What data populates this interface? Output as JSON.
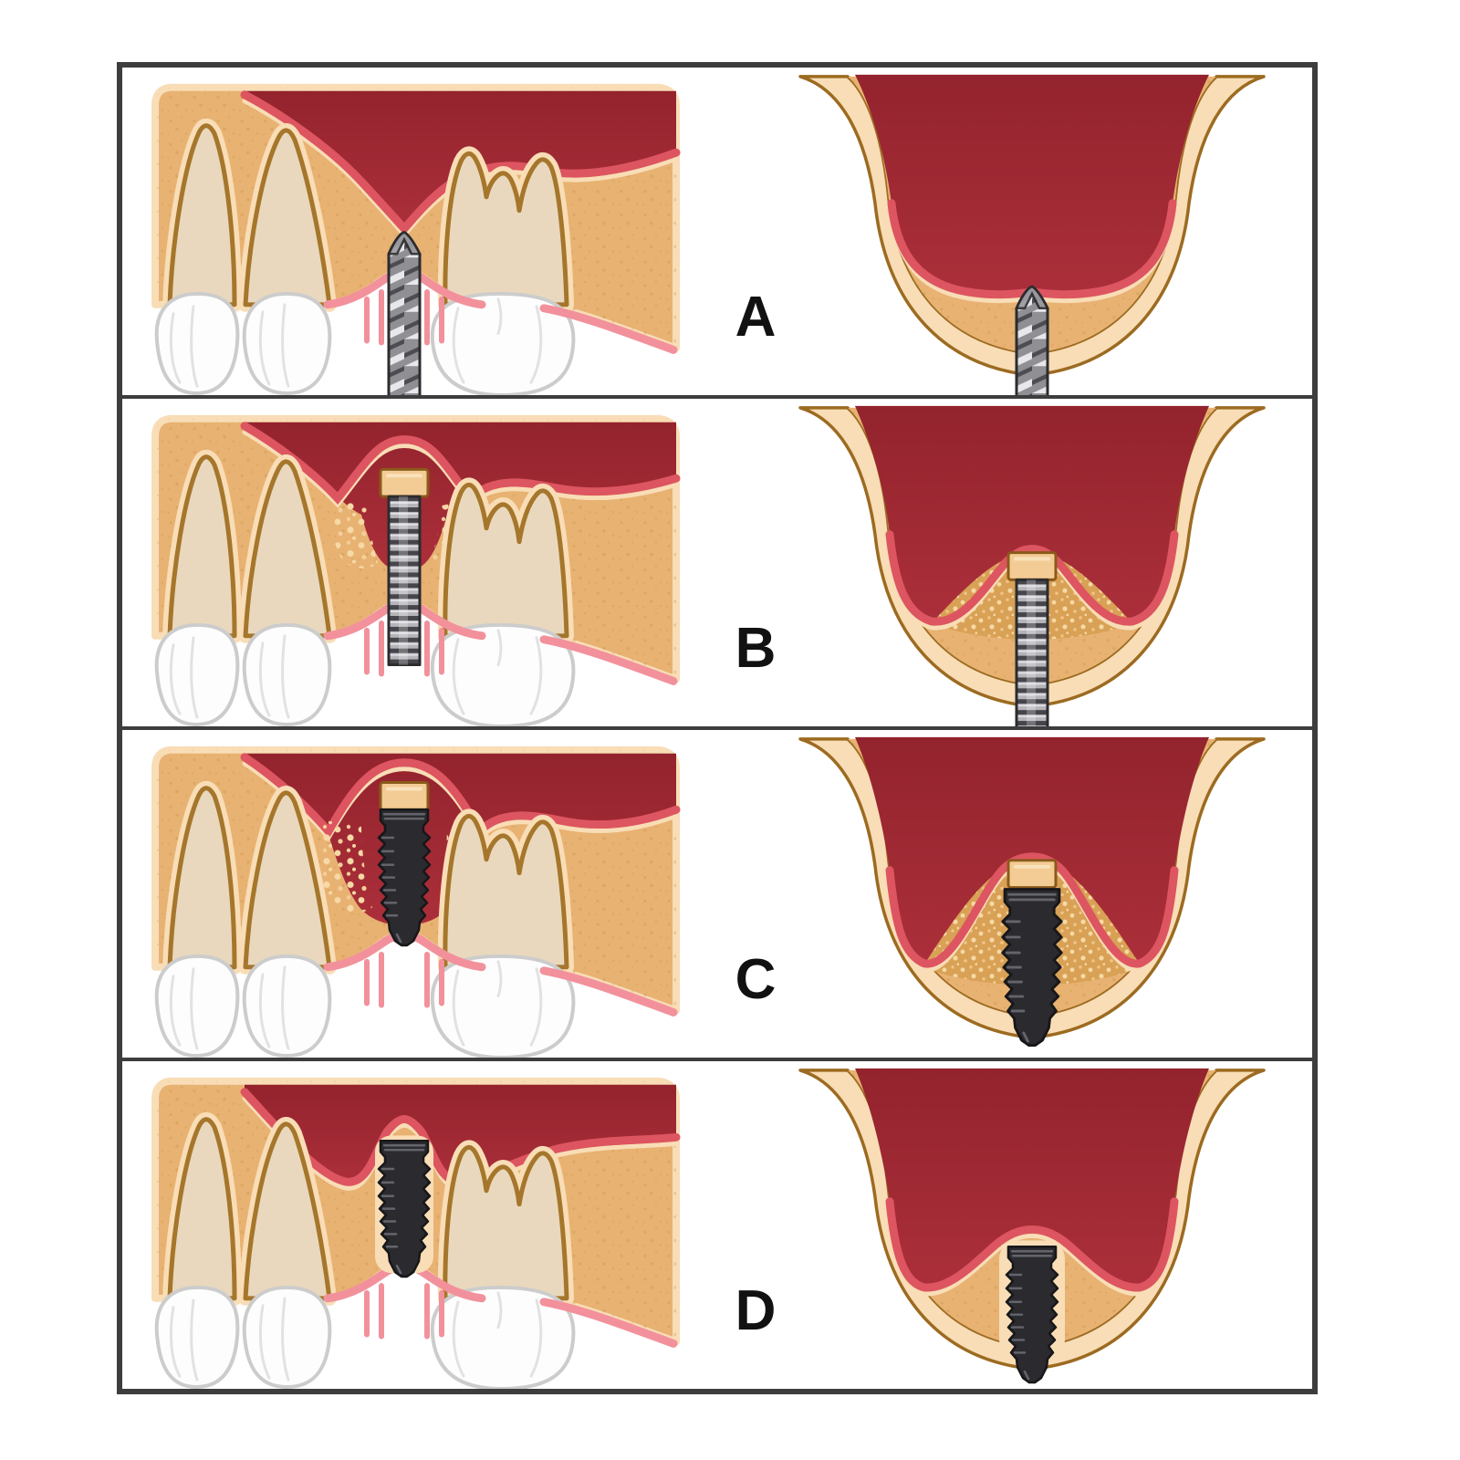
{
  "figure": {
    "stages": [
      {
        "id": "A",
        "label": "A"
      },
      {
        "id": "B",
        "label": "B"
      },
      {
        "id": "C",
        "label": "C"
      },
      {
        "id": "D",
        "label": "D"
      }
    ]
  },
  "colors": {
    "frame": "#3d3d3d",
    "label": "#111111",
    "bone": "#e8b272",
    "boneLight": "#f8ddb6",
    "boneOutline": "#9c6b21",
    "sinus": "#a22b35",
    "sinusDeep": "#8e212b",
    "membrane": "#dd5560",
    "gingiva": "#f2919b",
    "root": "#e9d8bd",
    "rootOutline": "#a5762b",
    "crown": "#fdfdfd",
    "crownOutline": "#cccccc",
    "crownShade": "#e2e2e2",
    "metal": "#8f8f94",
    "metalLight": "#e8e8ec",
    "metalDark": "#45454b",
    "steelOutline": "#2c2c2e",
    "implant": "#2b2b2f",
    "implantEdge": "#17171a",
    "implantHi": "#64646c",
    "graftCap": "#f3cb94",
    "graftCapHi": "#f9e2bb",
    "graftMound": "#d8a155",
    "graftDot": "#f6d9a6",
    "graftOutline": "#8a5a1a"
  }
}
